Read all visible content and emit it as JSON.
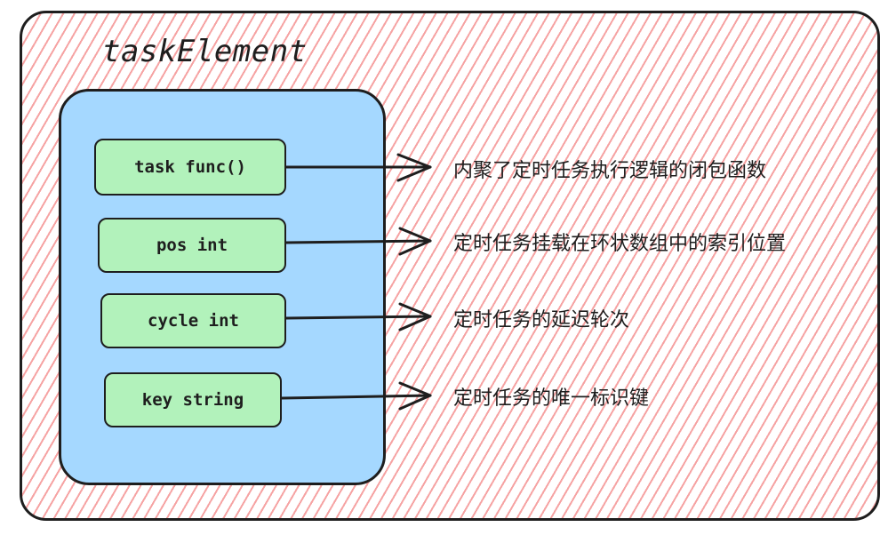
{
  "diagram": {
    "title": "taskElement",
    "fields": [
      {
        "label": "task func()",
        "description": "内聚了定时任务执行逻辑的闭包函数"
      },
      {
        "label": "pos int",
        "description": "定时任务挂载在环状数组中的索引位置"
      },
      {
        "label": "cycle int",
        "description": "定时任务的延迟轮次"
      },
      {
        "label": "key string",
        "description": "定时任务的唯一标识键"
      }
    ],
    "colors": {
      "outer_hatch": "#f6a3a3",
      "inner_fill": "#a5d8ff",
      "field_fill": "#b2f2bb",
      "stroke": "#1e1e1e"
    }
  }
}
